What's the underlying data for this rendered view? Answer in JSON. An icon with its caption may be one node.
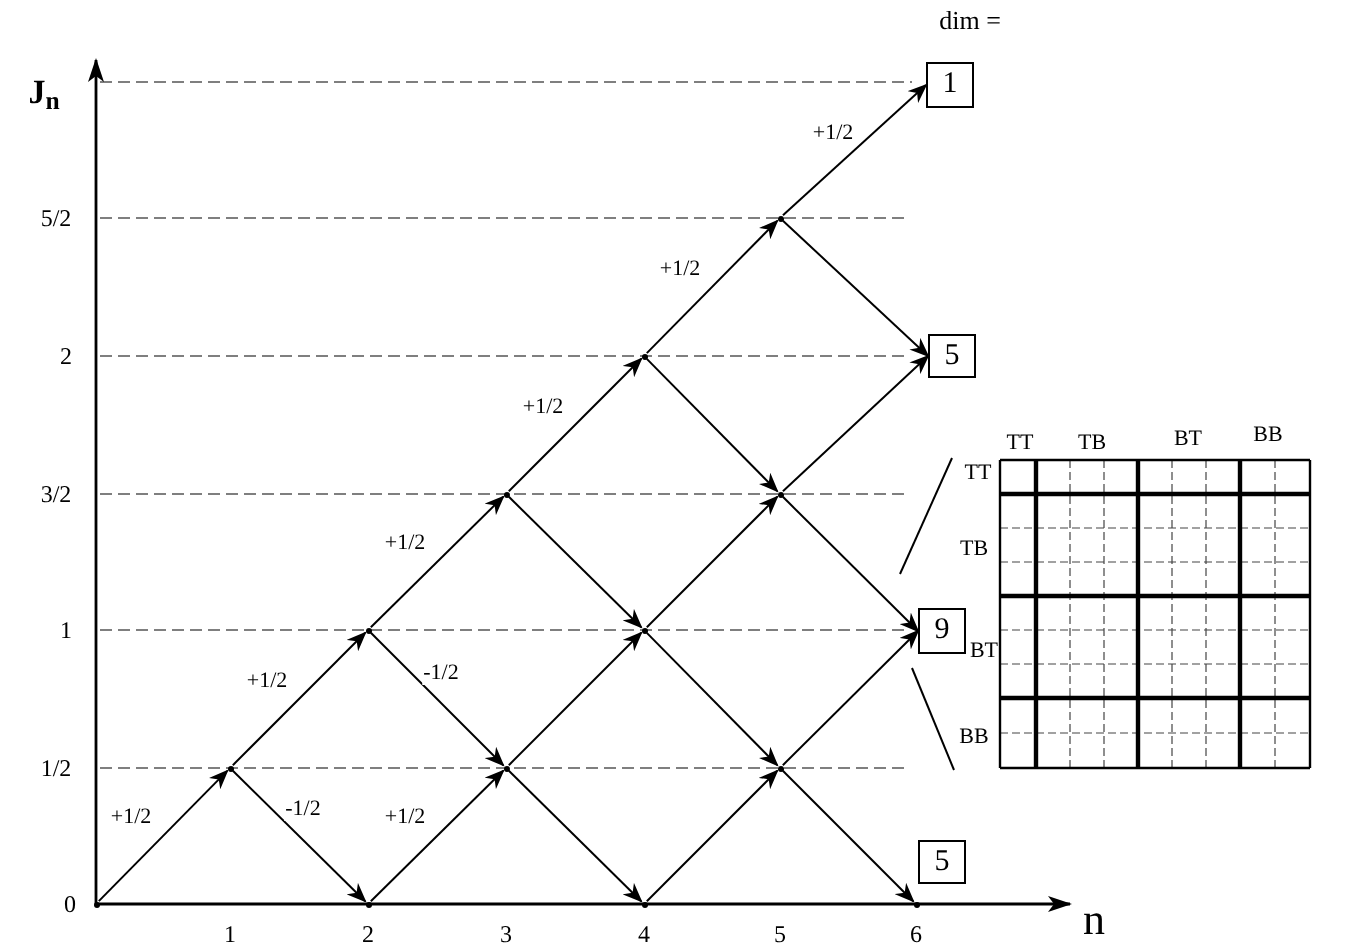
{
  "diagram": {
    "nodes": [
      {
        "text": [],
        "shape": "dot"
      },
      {
        "text": [],
        "shape": "dot"
      },
      {
        "text": [],
        "shape": "dot"
      },
      {
        "text": [],
        "shape": "dot"
      },
      {
        "text": [],
        "shape": "dot"
      },
      {
        "text": [],
        "shape": "dot"
      },
      {
        "text": [],
        "shape": "dot"
      },
      {
        "text": [],
        "shape": "dot"
      },
      {
        "text": [],
        "shape": "dot"
      },
      {
        "text": [],
        "shape": "dot"
      },
      {
        "text": [],
        "shape": "dot"
      },
      {
        "text": [],
        "shape": "dot"
      },
      {
        "text": [
          "1"
        ]
      },
      {
        "text": [
          "5"
        ]
      },
      {
        "text": [
          "9"
        ]
      },
      {
        "text": [],
        "shape": "dot"
      },
      {
        "text": [
          "5"
        ]
      }
    ],
    "edges": [
      {
        "from": 0,
        "to": 1,
        "arrow": "to",
        "label": "+1/2"
      },
      {
        "from": 1,
        "to": 3,
        "arrow": "to",
        "label": "+1/2"
      },
      {
        "from": 1,
        "to": 2,
        "arrow": "to",
        "label": "-1/2"
      },
      {
        "from": 2,
        "to": 4,
        "arrow": "to",
        "label": "+1/2"
      },
      {
        "from": 3,
        "to": 5,
        "arrow": "to",
        "label": "+1/2"
      },
      {
        "from": 3,
        "to": 4,
        "arrow": "to",
        "label": "-1/2"
      },
      {
        "from": 4,
        "to": 7,
        "arrow": "to"
      },
      {
        "from": 4,
        "to": 6,
        "arrow": "to"
      },
      {
        "from": 5,
        "to": 8,
        "arrow": "to",
        "label": "+1/2"
      },
      {
        "from": 5,
        "to": 7,
        "arrow": "to"
      },
      {
        "from": 6,
        "to": 9,
        "arrow": "to"
      },
      {
        "from": 7,
        "to": 10,
        "arrow": "to"
      },
      {
        "from": 7,
        "to": 9,
        "arrow": "to"
      },
      {
        "from": 8,
        "to": 11,
        "arrow": "to",
        "label": "+1/2"
      },
      {
        "from": 8,
        "to": 10,
        "arrow": "to"
      },
      {
        "from": 9,
        "to": 14,
        "arrow": "to"
      },
      {
        "from": 9,
        "to": 15,
        "arrow": "to"
      },
      {
        "from": 10,
        "to": 13,
        "arrow": "to"
      },
      {
        "from": 10,
        "to": 14,
        "arrow": "to"
      },
      {
        "from": 11,
        "to": 12,
        "arrow": "to",
        "label": "+1/2"
      },
      {
        "from": 11,
        "to": 13,
        "arrow": "to"
      }
    ],
    "labels": [
      "dim =",
      "J$_{n}$",
      "5/2",
      "2",
      "3/2",
      "1",
      "1/2",
      "0",
      "TT",
      "TB",
      "BT",
      "BB",
      "TT",
      "TB",
      "BT",
      "BB",
      "1",
      "2",
      "3",
      "4",
      "5",
      "6",
      "n"
    ]
  }
}
